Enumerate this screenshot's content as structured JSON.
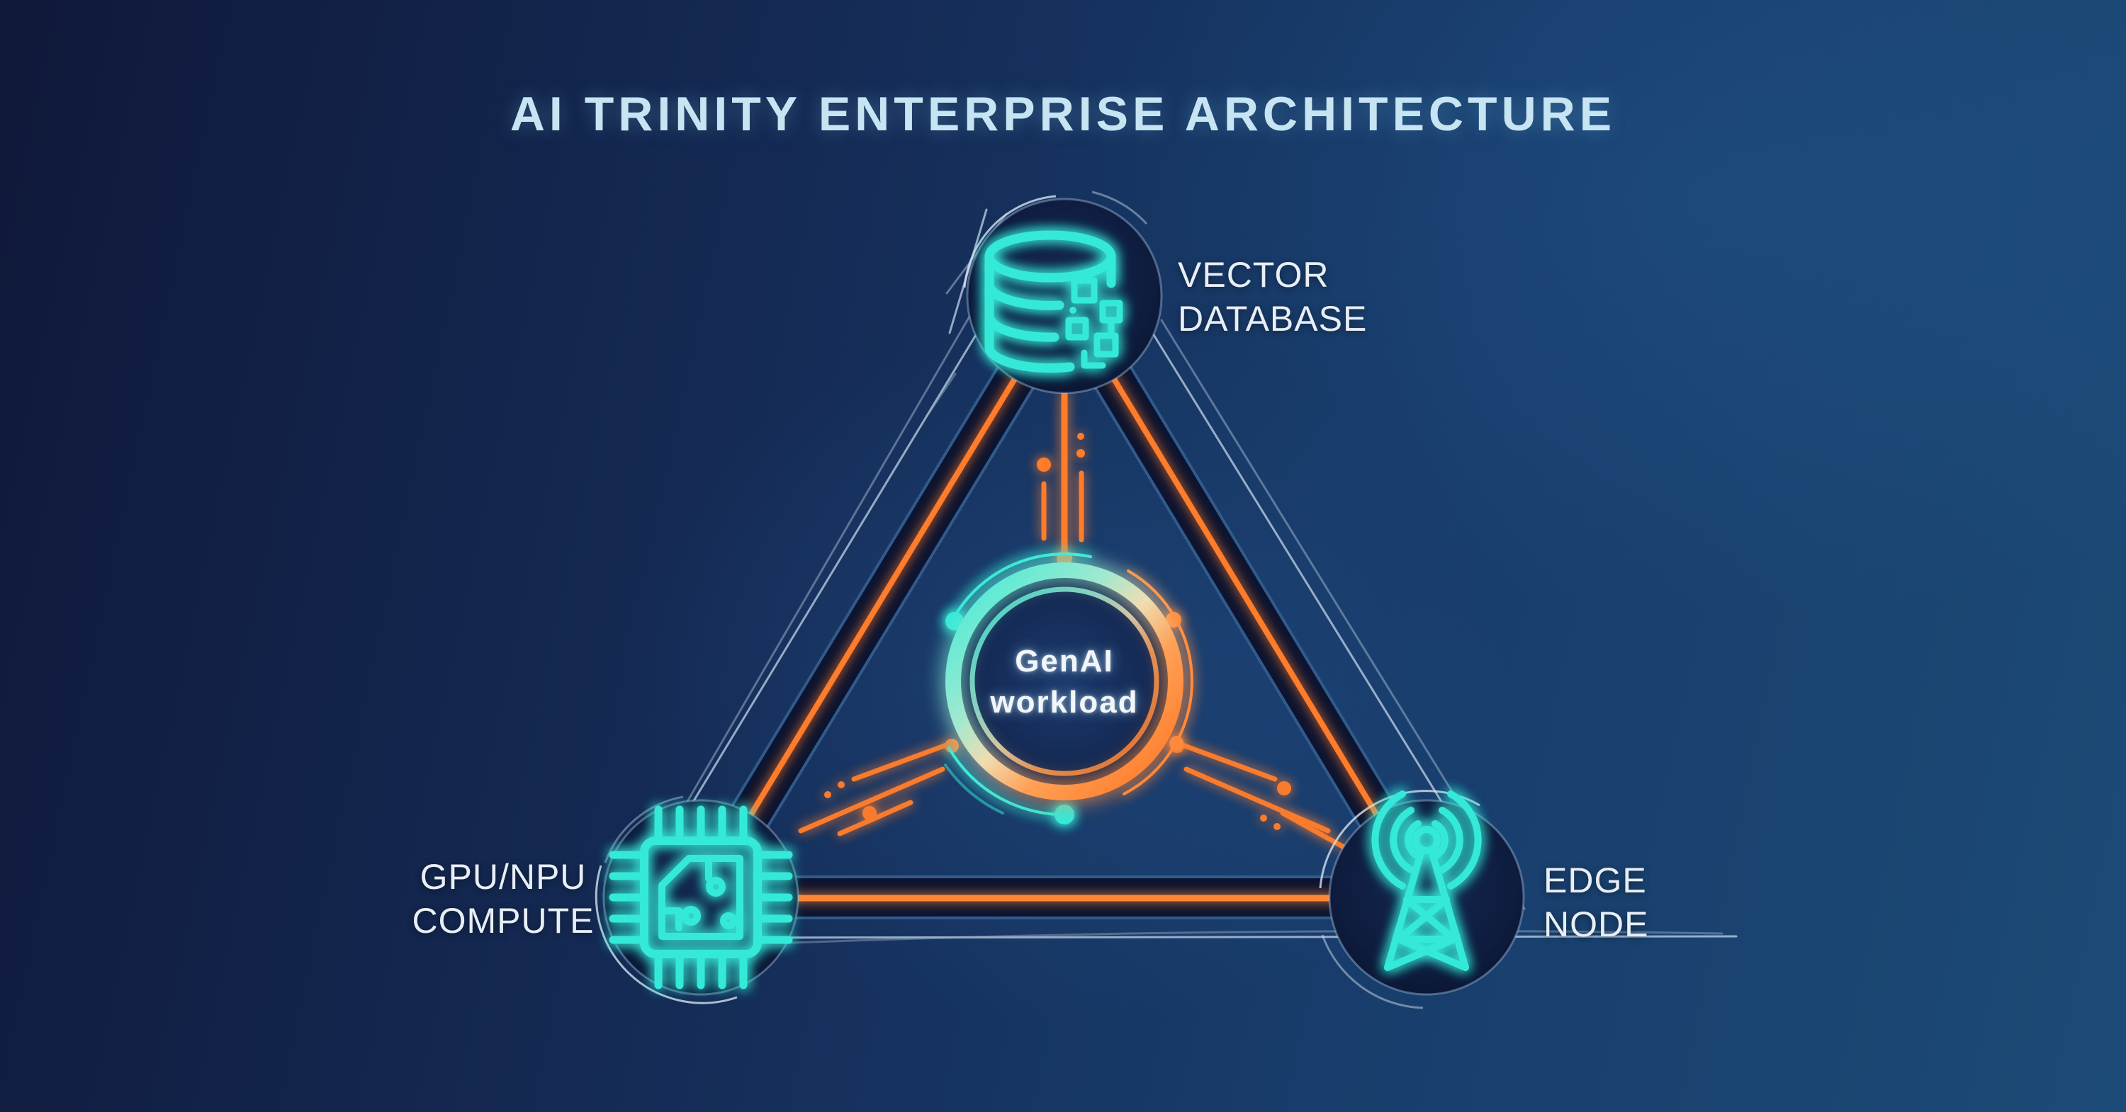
{
  "title": "AI TRINITY ENTERPRISE ARCHITECTURE",
  "center_node": {
    "label_line1": "GenAI",
    "label_line2": "workload"
  },
  "nodes": {
    "vector_database": {
      "label_line1": "VECTOR",
      "label_line2": "DATABASE",
      "icon": "database-icon"
    },
    "gpu_npu_compute": {
      "label_line1": "GPU/NPU",
      "label_line2": "COMPUTE",
      "icon": "chip-icon"
    },
    "edge_node": {
      "label_line1": "EDGE",
      "label_line2": "NODE",
      "icon": "antenna-icon"
    }
  },
  "colors": {
    "accent_cyan": "#35e9d8",
    "accent_orange": "#ff7c2c",
    "label_text": "#e7eef6",
    "title_text": "#c7e4f2",
    "background_dark": "#111a3e",
    "background_light": "#1c4a76"
  }
}
